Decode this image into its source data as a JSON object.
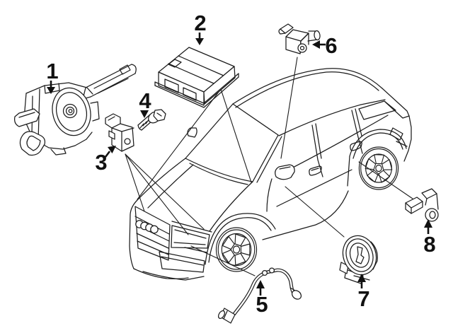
{
  "diagram": {
    "background": "#ffffff",
    "line_color": "#1c1c1c",
    "vehicle": "suv-front-three-quarter-line-drawing",
    "callouts": [
      {
        "number": "1",
        "name": "clockspring-with-column-switches"
      },
      {
        "number": "2",
        "name": "airbag-control-module"
      },
      {
        "number": "3",
        "name": "front-impact-sensor"
      },
      {
        "number": "4",
        "name": "sensor-mounting-bolt"
      },
      {
        "number": "5",
        "name": "airbag-wiring-harness"
      },
      {
        "number": "6",
        "name": "side-impact-sensor-upper"
      },
      {
        "number": "7",
        "name": "round-sensor-module"
      },
      {
        "number": "8",
        "name": "rear-impact-sensor"
      }
    ]
  }
}
